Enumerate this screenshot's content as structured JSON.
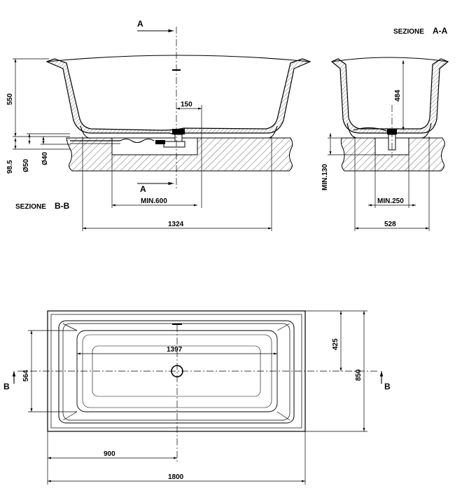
{
  "section_aa": {
    "title": "SEZIONE",
    "title_code": "A-A",
    "depth_dim": "484",
    "min_width_dim": "MIN.250",
    "width_dim": "528",
    "min_height_dim": "MIN.130"
  },
  "section_bb": {
    "title": "SEZIONE",
    "title_code": "B-B",
    "cut_marker_top": "A",
    "cut_marker_bottom": "A",
    "height_dim": "550",
    "drain_offset_dim": "150",
    "min_length_dim": "MIN.600",
    "length_dim": "1324",
    "dim_98_5": "98.5",
    "pipe_50": "Ø50",
    "pipe_40": "Ø40"
  },
  "plan_view": {
    "marker_left": "B",
    "marker_right": "B",
    "inner_length_dim": "1397",
    "inner_width_dim": "564",
    "half_width_dim": "425",
    "overall_width_dim": "850",
    "drain_offset_dim": "900",
    "overall_length_dim": "1800"
  }
}
